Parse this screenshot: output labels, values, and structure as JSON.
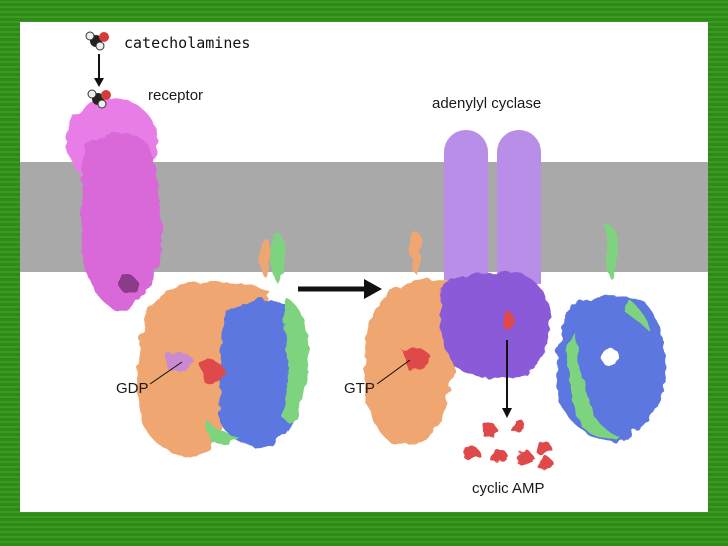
{
  "labels": {
    "catecholamines": "catecholamines",
    "receptor": "receptor",
    "adenylyl_cyclase": "adenylyl cyclase",
    "gdp": "GDP",
    "gtp": "GTP",
    "cyclic_amp": "cyclic AMP"
  },
  "colors": {
    "background_green": "#3b9a22",
    "membrane": "#a9a9a9",
    "receptor": "#e67ee6",
    "g_alpha": "#f0a670",
    "g_beta": "#5b78e0",
    "g_gamma": "#7ed47e",
    "cyclase": "#b98ee8",
    "nucleotide": "#e04a4a",
    "cyclase_body": "#8a5ad8"
  }
}
